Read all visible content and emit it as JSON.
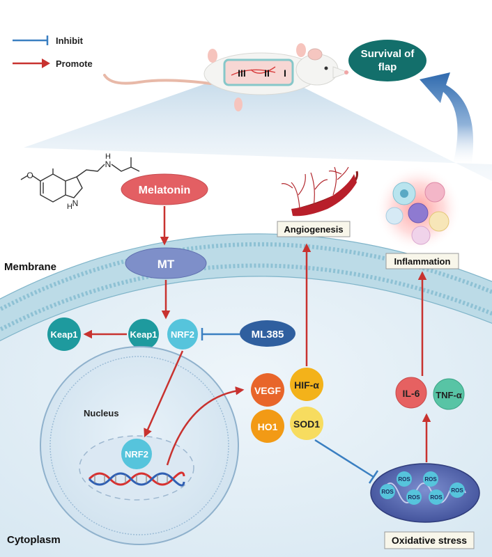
{
  "legend": {
    "inhibit": "Inhibit",
    "promote": "Promote"
  },
  "flap_zones": {
    "zone3": "III",
    "zone2": "II",
    "zone1": "I"
  },
  "survival": {
    "line1": "Survival of",
    "line2": "flap"
  },
  "molecule": {
    "nh": "H",
    "n": "N",
    "o": "O",
    "ring_n": "N",
    "ring_h": "H"
  },
  "nodes": {
    "melatonin": "Melatonin",
    "mt": "MT",
    "keap1_free": "Keap1",
    "keap1_bound": "Keap1",
    "nrf2": "NRF2",
    "ml385": "ML385",
    "nrf2_nucleus": "NRF2",
    "vegf": "VEGF",
    "hif": "HIF-α",
    "ho1": "HO1",
    "sod1": "SOD1",
    "il6": "IL-6",
    "tnf": "TNF-α",
    "ros": "ROS"
  },
  "labels": {
    "membrane": "Membrane",
    "nucleus": "Nucleus",
    "cytoplasm": "Cytoplasm",
    "angiogenesis": "Angiogenesis",
    "inflammation": "Inflammation",
    "oxidative_stress": "Oxidative stress"
  },
  "colors": {
    "promote": "#c8322f",
    "inhibit": "#3a7fc1",
    "membrane": "#a9d1e0",
    "cytoplasm": "#e4eff6",
    "teal": "#1e9a9e",
    "cyan_node": "#56c4dc",
    "melatonin": "#e35f63",
    "mt": "#7e8fc9",
    "ml385": "#2f5f9f",
    "vegf": "#e8652a",
    "hif": "#f3b21a",
    "ho1": "#f29a15",
    "sod1": "#f7dc5f",
    "il6": "#e66161",
    "tnf": "#58c4a5",
    "survival": "#136f6b"
  }
}
